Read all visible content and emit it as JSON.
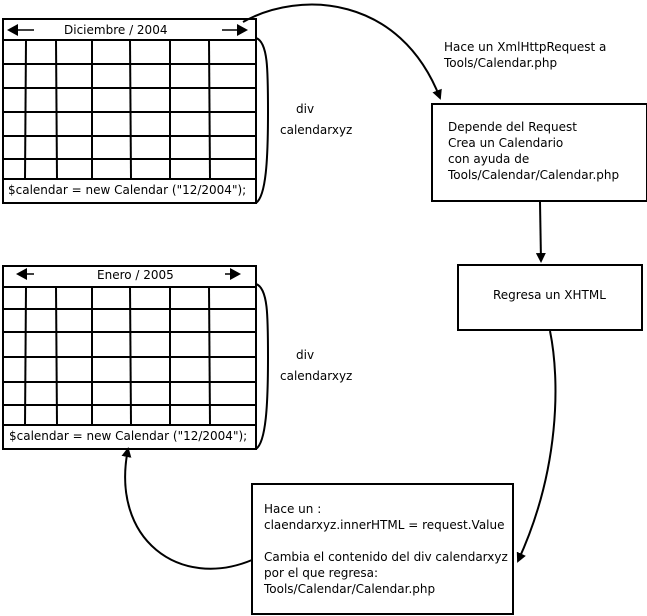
{
  "calendar_top": {
    "title": "Diciembre / 2004",
    "prev_glyph": "◀",
    "next_glyph": "▶",
    "footer": "$calendar = new Calendar (\"12/2004\");",
    "div_label_line1": "div",
    "div_label_line2": "calendarxyz"
  },
  "calendar_bottom": {
    "title": "Enero / 2005",
    "prev_glyph": "◀",
    "next_glyph": "▶",
    "footer": "$calendar = new Calendar (\"12/2004\");",
    "div_label_line1": "div",
    "div_label_line2": "calendarxyz"
  },
  "request_note": {
    "line1": "Hace un XmlHttpRequest a",
    "line2": "Tools/Calendar.php"
  },
  "box_depende": {
    "line1": "Depende del Request",
    "line2": "Crea un Calendario",
    "line3": "con ayuda de",
    "line4": "Tools/Calendar/Calendar.php"
  },
  "box_regresa": {
    "label": "Regresa un XHTML"
  },
  "box_hace": {
    "line1": "Hace un :",
    "line2": "claendarxyz.innerHTML = request.Value",
    "line3": "Cambia el contenido del div calendarxyz",
    "line4": "por el que regresa:",
    "line5": "Tools/Calendar/Calendar.php"
  },
  "colors": {
    "stroke": "#000000",
    "background": "#ffffff"
  }
}
